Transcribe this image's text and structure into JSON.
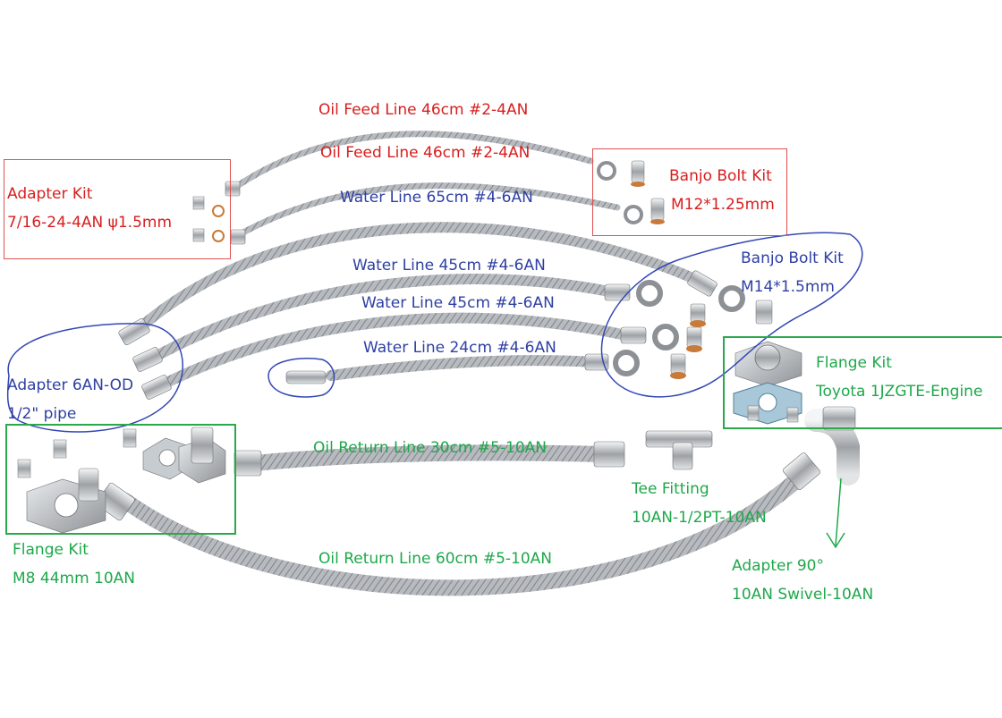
{
  "colors": {
    "red_label": "#d81e1e",
    "blue_label": "#2e3fa3",
    "green_label": "#1ea84a",
    "hose_steel": "#a9acb0",
    "fitting_chrome": "#d4d7da",
    "gasket_copper": "#c77a3a"
  },
  "labels": {
    "oil_feed_1": "Oil Feed Line 46cm #2-4AN",
    "oil_feed_2": "Oil Feed Line 46cm #2-4AN",
    "adapter_kit_title": "Adapter Kit",
    "adapter_kit_spec": "7/16-24-4AN ψ1.5mm",
    "banjo_m12_title": "Banjo Bolt Kit",
    "banjo_m12_spec": "M12*1.25mm",
    "water_65": "Water Line 65cm #4-6AN",
    "water_45a": "Water Line 45cm #4-6AN",
    "water_45b": "Water Line 45cm #4-6AN",
    "water_24": "Water Line 24cm #4-6AN",
    "banjo_m14_title": "Banjo Bolt Kit",
    "banjo_m14_spec": "M14*1.5mm",
    "adapter_6an_title": "Adapter 6AN-OD",
    "adapter_6an_spec": "1/2\" pipe",
    "flange_toyota_title": "Flange Kit",
    "flange_toyota_spec": "Toyota 1JZGTE-Engine",
    "oil_return_30": "Oil Return Line 30cm #5-10AN",
    "tee_title": "Tee Fitting",
    "tee_spec": "10AN-1/2PT-10AN",
    "flange_m8_title": "Flange Kit",
    "flange_m8_spec": "M8 44mm 10AN",
    "oil_return_60": "Oil Return Line 60cm #5-10AN",
    "adapter_90_title": "Adapter 90°",
    "adapter_90_spec": "10AN Swivel-10AN"
  }
}
